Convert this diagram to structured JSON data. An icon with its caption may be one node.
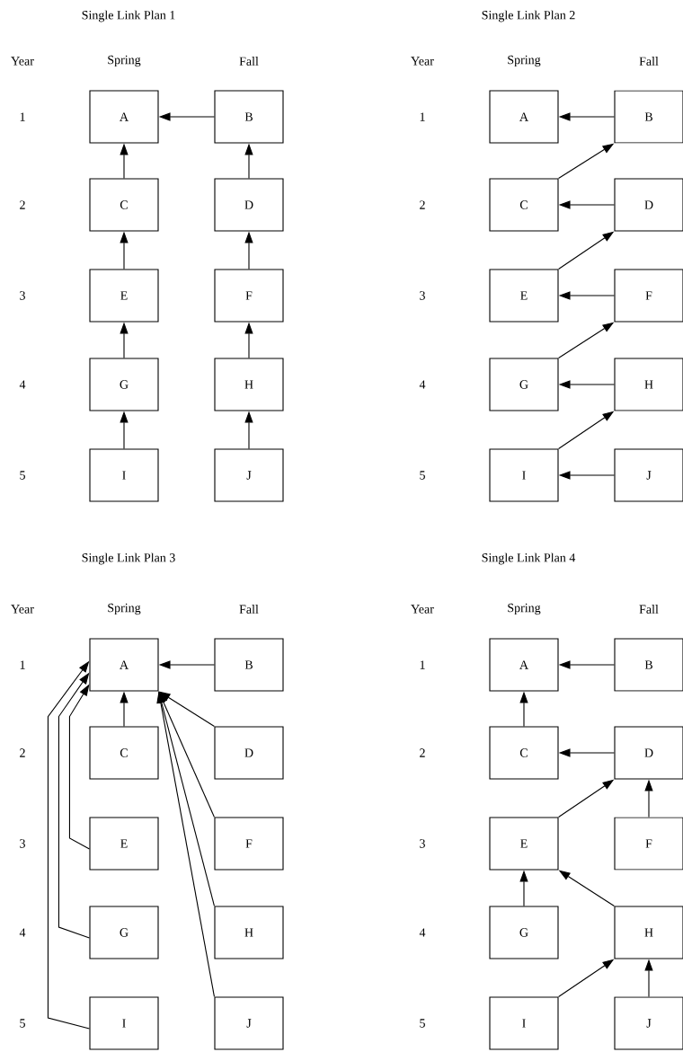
{
  "diagram": {
    "nodes": [
      {
        "text": [
          "A"
        ]
      },
      {
        "text": [
          "B"
        ]
      },
      {
        "text": [
          "C"
        ]
      },
      {
        "text": [
          "D"
        ]
      },
      {
        "text": [
          "E"
        ]
      },
      {
        "text": [
          "F"
        ]
      },
      {
        "text": [
          "G"
        ]
      },
      {
        "text": [
          "H"
        ]
      },
      {
        "text": [
          "I"
        ]
      },
      {
        "text": [
          "J"
        ]
      },
      {
        "text": [
          "A"
        ]
      },
      {
        "text": [
          "B"
        ]
      },
      {
        "text": [
          "C"
        ]
      },
      {
        "text": [
          "D"
        ]
      },
      {
        "text": [
          "E"
        ]
      },
      {
        "text": [
          "F"
        ]
      },
      {
        "text": [
          "G"
        ]
      },
      {
        "text": [
          "H"
        ]
      },
      {
        "text": [
          "I"
        ]
      },
      {
        "text": [
          "J"
        ]
      },
      {
        "text": [
          "A"
        ]
      },
      {
        "text": [
          "B"
        ]
      },
      {
        "text": [
          "C"
        ]
      },
      {
        "text": [
          "D"
        ]
      },
      {
        "text": [
          "E"
        ]
      },
      {
        "text": [
          "F"
        ]
      },
      {
        "text": [
          "G"
        ]
      },
      {
        "text": [
          "H"
        ]
      },
      {
        "text": [
          "I"
        ]
      },
      {
        "text": [
          "J"
        ]
      },
      {
        "text": [
          "A"
        ]
      },
      {
        "text": [
          "B"
        ]
      },
      {
        "text": [
          "C"
        ]
      },
      {
        "text": [
          "D"
        ]
      },
      {
        "text": [
          "E"
        ]
      },
      {
        "text": [
          "F"
        ]
      },
      {
        "text": [
          "G"
        ]
      },
      {
        "text": [
          "H"
        ]
      },
      {
        "text": [
          "I"
        ]
      },
      {
        "text": [
          "J"
        ]
      }
    ],
    "edges": [
      {
        "from": 1,
        "to": 0,
        "arrow": "to"
      },
      {
        "from": 2,
        "to": 0,
        "arrow": "to"
      },
      {
        "from": 4,
        "to": 2,
        "arrow": "to"
      },
      {
        "from": 6,
        "to": 4,
        "arrow": "to"
      },
      {
        "from": 8,
        "to": 6,
        "arrow": "to"
      },
      {
        "from": 3,
        "to": 1,
        "arrow": "to"
      },
      {
        "from": 5,
        "to": 3,
        "arrow": "to"
      },
      {
        "from": 7,
        "to": 5,
        "arrow": "to"
      },
      {
        "from": 9,
        "to": 7,
        "arrow": "to"
      },
      {
        "from": 11,
        "to": 10,
        "arrow": "to"
      },
      {
        "from": 12,
        "to": 11,
        "arrow": "to"
      },
      {
        "from": 13,
        "to": 12,
        "arrow": "to"
      },
      {
        "from": 14,
        "to": 13,
        "arrow": "to"
      },
      {
        "from": 15,
        "to": 14,
        "arrow": "to"
      },
      {
        "from": 16,
        "to": 15,
        "arrow": "to"
      },
      {
        "from": 17,
        "to": 16,
        "arrow": "to"
      },
      {
        "from": 18,
        "to": 17,
        "arrow": "to"
      },
      {
        "from": 19,
        "to": 18,
        "arrow": "to"
      },
      {
        "from": 21,
        "to": 20,
        "arrow": "to"
      },
      {
        "from": 22,
        "to": 20,
        "arrow": "to"
      },
      {
        "from": 23,
        "to": 20,
        "arrow": "to"
      },
      {
        "from": 24,
        "to": 20,
        "arrow": "to"
      },
      {
        "from": 25,
        "to": 20,
        "arrow": "to"
      },
      {
        "from": 26,
        "to": 20,
        "arrow": "to"
      },
      {
        "from": 27,
        "to": 20,
        "arrow": "to"
      },
      {
        "from": 28,
        "to": 20,
        "arrow": "to"
      },
      {
        "from": 29,
        "to": 20,
        "arrow": "to"
      },
      {
        "from": 31,
        "to": 30,
        "arrow": "to"
      },
      {
        "from": 32,
        "to": 30,
        "arrow": "to"
      },
      {
        "from": 33,
        "to": 32,
        "arrow": "to"
      },
      {
        "from": 34,
        "to": 33,
        "arrow": "to"
      },
      {
        "from": 35,
        "to": 33,
        "arrow": "to"
      },
      {
        "from": 36,
        "to": 34,
        "arrow": "to"
      },
      {
        "from": 37,
        "to": 34,
        "arrow": "to"
      },
      {
        "from": 38,
        "to": 37,
        "arrow": "to"
      },
      {
        "from": 39,
        "to": 37,
        "arrow": "to"
      }
    ],
    "labels": [
      "Single Link Plan 1",
      "Year",
      "Spring",
      "Fall",
      "1",
      "2",
      "3",
      "4",
      "5",
      "Single Link Plan 2",
      "Year",
      "Spring",
      "Fall",
      "1",
      "2",
      "3",
      "4",
      "5",
      "Single Link Plan 3",
      "Year",
      "Spring",
      "Fall",
      "1",
      "2",
      "3",
      "4",
      "5",
      "Single Link Plan 4",
      "Year",
      "Spring",
      "Fall",
      "1",
      "2",
      "3",
      "4",
      "5"
    ]
  }
}
